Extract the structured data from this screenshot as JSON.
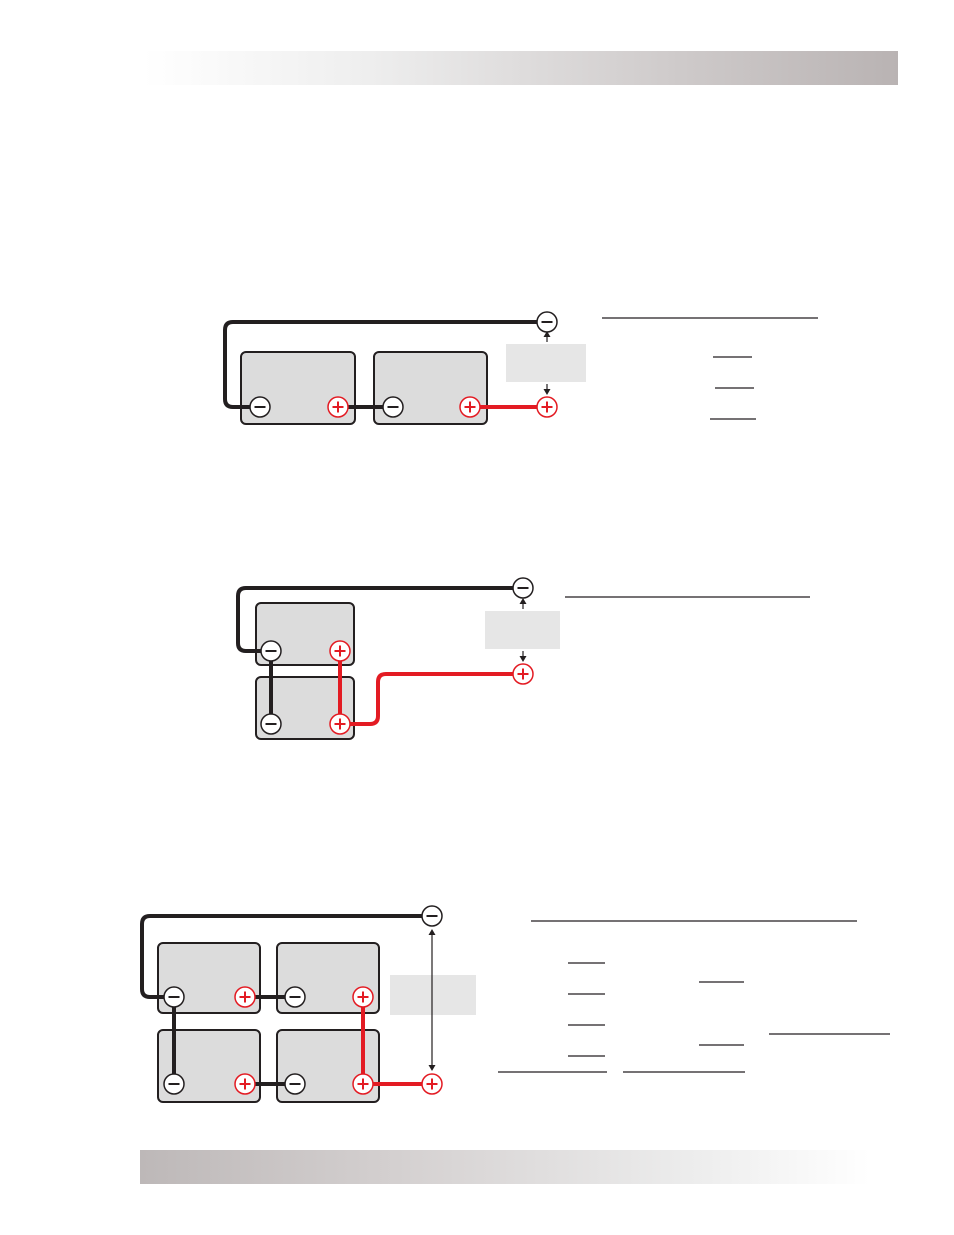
{
  "page": {
    "header_bar_label": "",
    "footer_bar_label": ""
  },
  "colors": {
    "negative_wire": "#231f20",
    "positive_wire": "#e31b23",
    "battery_fill": "#dcdcdc",
    "load_fill": "#e6e6e6"
  },
  "diagrams": [
    {
      "name": "series-two-batteries",
      "battery_count": 2,
      "terminal_symbols": [
        "minus-icon",
        "plus-icon"
      ]
    },
    {
      "name": "parallel-two-batteries",
      "battery_count": 2,
      "terminal_symbols": [
        "minus-icon",
        "plus-icon"
      ]
    },
    {
      "name": "series-parallel-four-batteries",
      "battery_count": 4,
      "terminal_symbols": [
        "minus-icon",
        "plus-icon"
      ]
    }
  ]
}
